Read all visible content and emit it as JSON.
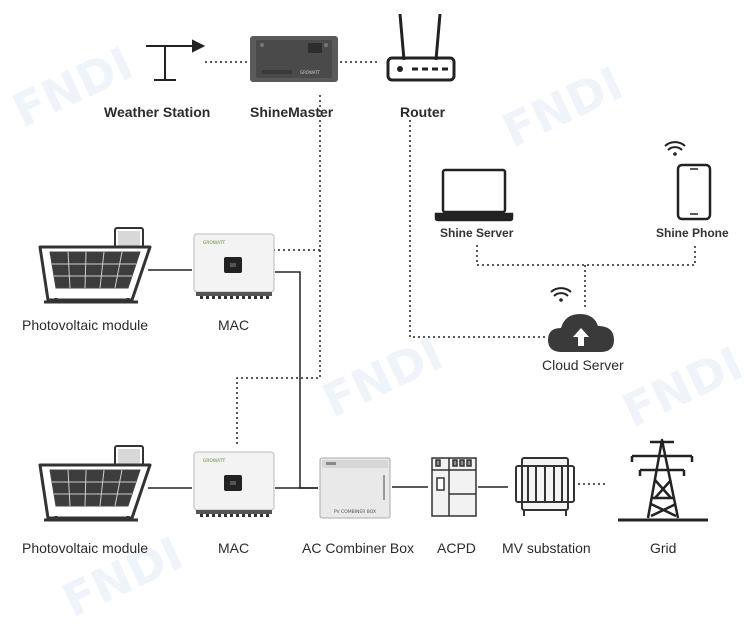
{
  "labels": {
    "weather_station": "Weather Station",
    "shinemaster": "ShineMaster",
    "router": "Router",
    "shine_server": "Shine Server",
    "shine_phone": "Shine Phone",
    "pv_module_top": "Photovoltaic module",
    "mac_top": "MAC",
    "cloud_server": "Cloud Server",
    "pv_module_bottom": "Photovoltaic module",
    "mac_bottom": "MAC",
    "ac_combiner_box": "AC Combiner Box",
    "acpd": "ACPD",
    "mv_substation": "MV substation",
    "grid": "Grid"
  },
  "device_text": {
    "combiner_plate": "PV COMBINER BOX",
    "inverter_brand": "GROWATT"
  },
  "watermark": "FNDI",
  "colors": {
    "line": "#222222",
    "device_body": "#4a4a4a",
    "cloud": "#3a3a3a",
    "watermark": "#9cc3e6"
  }
}
